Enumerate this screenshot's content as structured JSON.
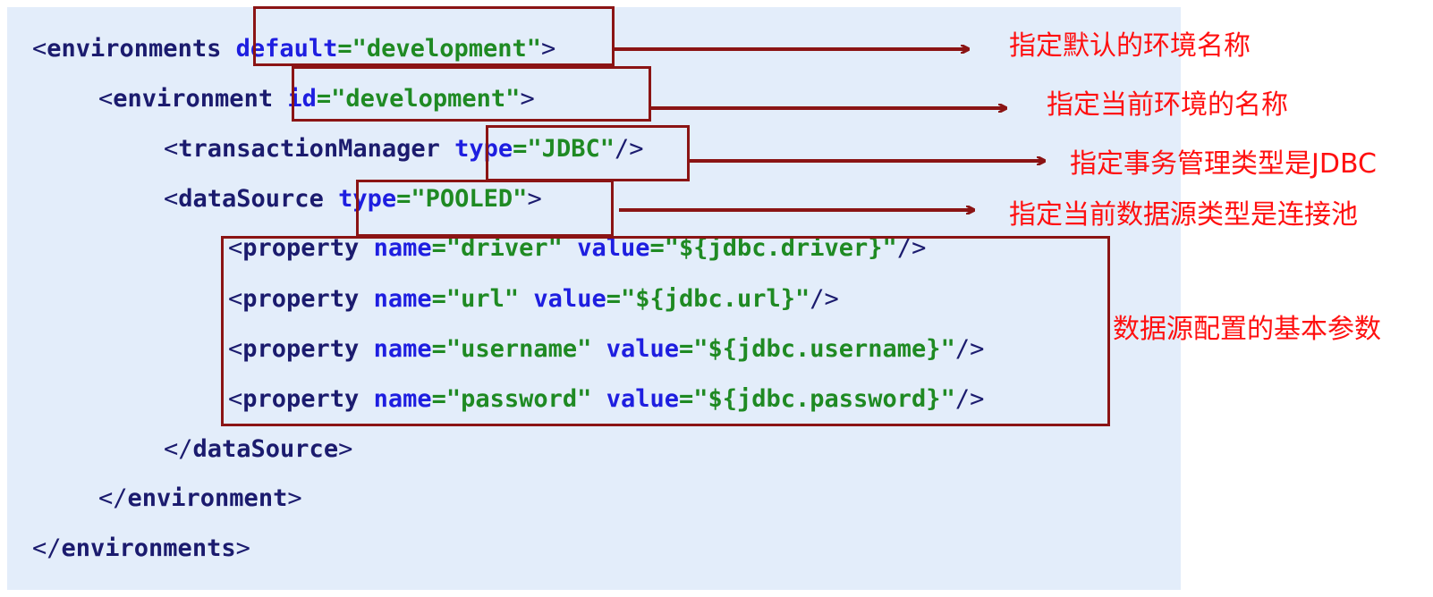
{
  "code": {
    "lines": [
      {
        "indent": 0,
        "tokens": [
          {
            "cls": "pun",
            "text": "<"
          },
          {
            "cls": "tag",
            "text": "environments"
          },
          {
            "cls": "pun",
            "text": " "
          },
          {
            "cls": "attr",
            "text": "default"
          },
          {
            "cls": "val",
            "text": "=\"development\""
          },
          {
            "cls": "pun",
            "text": ">"
          }
        ]
      },
      {
        "indent": 1,
        "tokens": [
          {
            "cls": "pun",
            "text": "<"
          },
          {
            "cls": "tag",
            "text": "environment"
          },
          {
            "cls": "pun",
            "text": " "
          },
          {
            "cls": "attr",
            "text": "id"
          },
          {
            "cls": "val",
            "text": "=\"development\""
          },
          {
            "cls": "pun",
            "text": ">"
          }
        ]
      },
      {
        "indent": 2,
        "tokens": [
          {
            "cls": "pun",
            "text": "<"
          },
          {
            "cls": "tag",
            "text": "transactionManager"
          },
          {
            "cls": "pun",
            "text": " "
          },
          {
            "cls": "attr",
            "text": "type"
          },
          {
            "cls": "val",
            "text": "=\"JDBC\""
          },
          {
            "cls": "pun",
            "text": "/>"
          }
        ]
      },
      {
        "indent": 2,
        "tokens": [
          {
            "cls": "pun",
            "text": "<"
          },
          {
            "cls": "tag",
            "text": "dataSource"
          },
          {
            "cls": "pun",
            "text": " "
          },
          {
            "cls": "attr",
            "text": "type"
          },
          {
            "cls": "val",
            "text": "=\"POOLED\""
          },
          {
            "cls": "pun",
            "text": ">"
          }
        ]
      },
      {
        "indent": 3,
        "tokens": [
          {
            "cls": "pun",
            "text": "<"
          },
          {
            "cls": "tag",
            "text": "property"
          },
          {
            "cls": "pun",
            "text": " "
          },
          {
            "cls": "attr",
            "text": "name"
          },
          {
            "cls": "val",
            "text": "=\"driver\""
          },
          {
            "cls": "pun",
            "text": " "
          },
          {
            "cls": "attr",
            "text": "value"
          },
          {
            "cls": "val",
            "text": "=\"${jdbc.driver}\""
          },
          {
            "cls": "pun",
            "text": "/>"
          }
        ]
      },
      {
        "indent": 3,
        "tokens": [
          {
            "cls": "pun",
            "text": "<"
          },
          {
            "cls": "tag",
            "text": "property"
          },
          {
            "cls": "pun",
            "text": " "
          },
          {
            "cls": "attr",
            "text": "name"
          },
          {
            "cls": "val",
            "text": "=\"url\""
          },
          {
            "cls": "pun",
            "text": " "
          },
          {
            "cls": "attr",
            "text": "value"
          },
          {
            "cls": "val",
            "text": "=\"${jdbc.url}\""
          },
          {
            "cls": "pun",
            "text": "/>"
          }
        ]
      },
      {
        "indent": 3,
        "tokens": [
          {
            "cls": "pun",
            "text": "<"
          },
          {
            "cls": "tag",
            "text": "property"
          },
          {
            "cls": "pun",
            "text": " "
          },
          {
            "cls": "attr",
            "text": "name"
          },
          {
            "cls": "val",
            "text": "=\"username\""
          },
          {
            "cls": "pun",
            "text": " "
          },
          {
            "cls": "attr",
            "text": "value"
          },
          {
            "cls": "val",
            "text": "=\"${jdbc.username}\""
          },
          {
            "cls": "pun",
            "text": "/>"
          }
        ]
      },
      {
        "indent": 3,
        "tokens": [
          {
            "cls": "pun",
            "text": "<"
          },
          {
            "cls": "tag",
            "text": "property"
          },
          {
            "cls": "pun",
            "text": " "
          },
          {
            "cls": "attr",
            "text": "name"
          },
          {
            "cls": "val",
            "text": "=\"password\""
          },
          {
            "cls": "pun",
            "text": " "
          },
          {
            "cls": "attr",
            "text": "value"
          },
          {
            "cls": "val",
            "text": "=\"${jdbc.password}\""
          },
          {
            "cls": "pun",
            "text": "/>"
          }
        ]
      },
      {
        "indent": 2,
        "tokens": [
          {
            "cls": "pun",
            "text": "</"
          },
          {
            "cls": "tag",
            "text": "dataSource"
          },
          {
            "cls": "pun",
            "text": ">"
          }
        ]
      },
      {
        "indent": 1,
        "tokens": [
          {
            "cls": "pun",
            "text": "</"
          },
          {
            "cls": "tag",
            "text": "environment"
          },
          {
            "cls": "pun",
            "text": ">"
          }
        ]
      },
      {
        "indent": 0,
        "tokens": [
          {
            "cls": "pun",
            "text": "</"
          },
          {
            "cls": "tag",
            "text": "environments"
          },
          {
            "cls": "pun",
            "text": ">"
          }
        ]
      }
    ]
  },
  "annotations": {
    "default_env": "指定默认的环境名称",
    "current_env": "指定当前环境的名称",
    "transaction_type": "指定事务管理类型是JDBC",
    "datasource_type": "指定当前数据源类型是连接池",
    "datasource_params": "数据源配置的基本参数"
  },
  "colors": {
    "panel_bg": "#e3edfa",
    "box_border": "#8b1414",
    "arrow": "#8b1414",
    "note_text": "#ff1010",
    "tag": "#1b1b6e",
    "attribute": "#1e1ee0",
    "value": "#1f8a23"
  }
}
